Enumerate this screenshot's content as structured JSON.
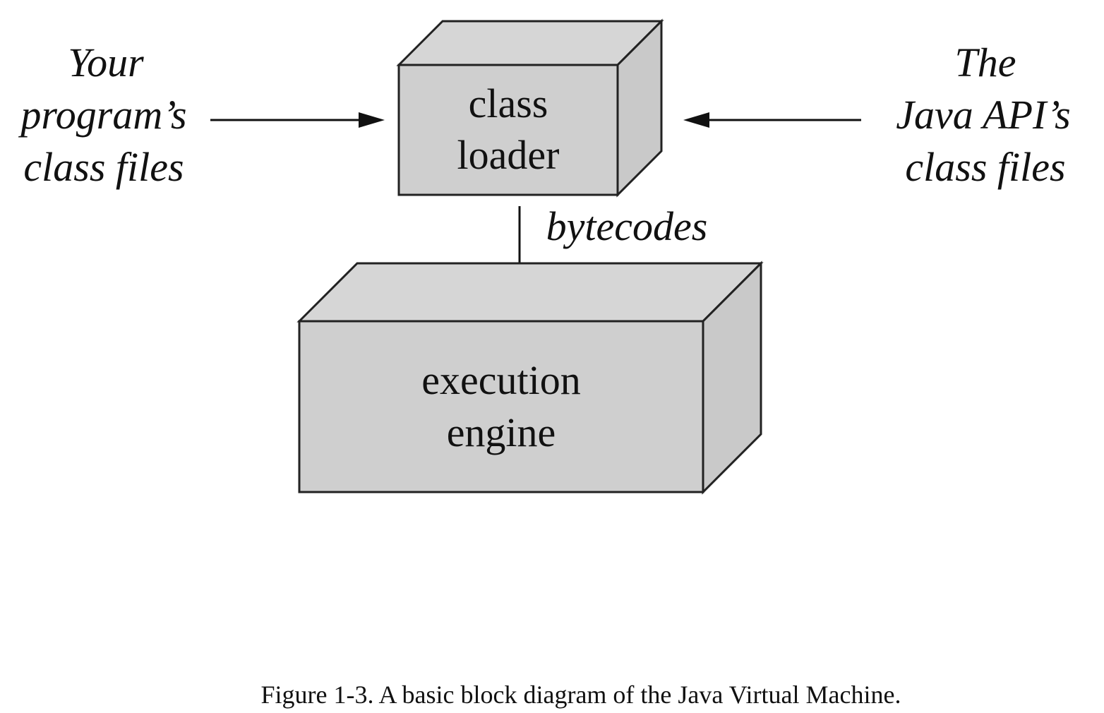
{
  "diagram": {
    "left_source": {
      "line1": "Your",
      "line2": "program’s",
      "line3": "class files"
    },
    "right_source": {
      "line1": "The",
      "line2": "Java API’s",
      "line3": "class files"
    },
    "class_loader": {
      "line1": "class",
      "line2": "loader"
    },
    "bytecodes_label": "bytecodes",
    "execution_engine": {
      "line1": "execution",
      "line2": "engine"
    },
    "caption": "Figure 1-3. A basic block diagram of the Java Virtual Machine."
  }
}
